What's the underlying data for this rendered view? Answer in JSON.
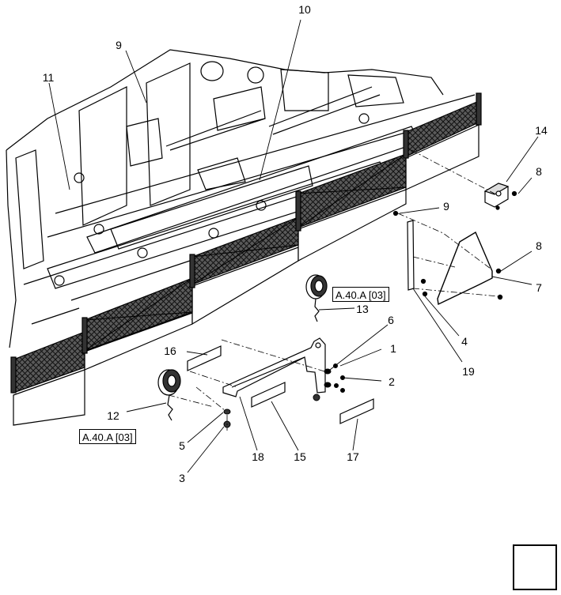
{
  "callouts": {
    "c1": "1",
    "c2": "2",
    "c3": "3",
    "c4": "4",
    "c5": "5",
    "c6": "6",
    "c7": "7",
    "c8a": "8",
    "c8b": "8",
    "c9a": "9",
    "c9b": "9",
    "c10": "10",
    "c11": "11",
    "c12": "12",
    "c13": "13",
    "c14": "14",
    "c15": "15",
    "c16": "16",
    "c17": "17",
    "c18": "18",
    "c19": "19"
  },
  "references": {
    "ref_13": "A.40.A [03]",
    "ref_12": "A.40.A [03]"
  },
  "navigation": {
    "icon": "next-page-arrow-icon"
  }
}
